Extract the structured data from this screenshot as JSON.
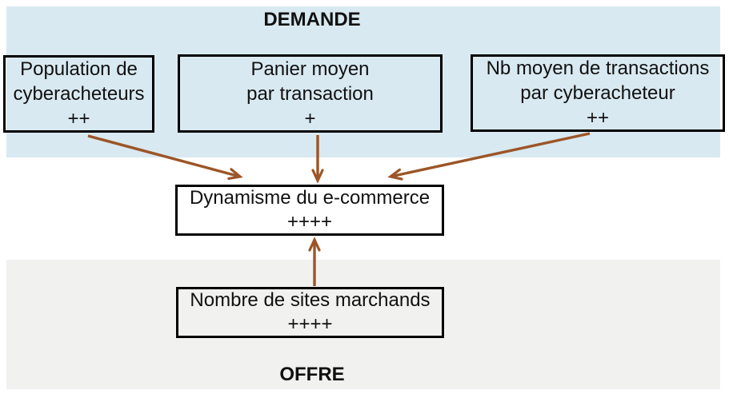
{
  "diagram": {
    "type": "influence-diagram",
    "sections": {
      "demande": {
        "title": "DEMANDE"
      },
      "offre": {
        "title": "OFFRE"
      }
    },
    "boxes": {
      "population": {
        "line1": "Population de",
        "line2": "cyberacheteurs",
        "strength": "++"
      },
      "panier": {
        "line1": "Panier moyen",
        "line2": "par transaction",
        "strength": "+"
      },
      "transactions": {
        "line1": "Nb moyen de transactions",
        "line2": "par cyberacheteur",
        "strength": "++"
      },
      "dynamisme": {
        "line1": "Dynamisme du e-commerce",
        "strength": "++++"
      },
      "sites": {
        "line1": "Nombre de sites marchands",
        "strength": "++++"
      }
    },
    "colors": {
      "demand_band": "#d9e9f1",
      "offer_band": "#f1f1f0",
      "arrow": "#9c5527",
      "box_border": "#000000",
      "text": "#111111",
      "background": "#ffffff"
    }
  }
}
